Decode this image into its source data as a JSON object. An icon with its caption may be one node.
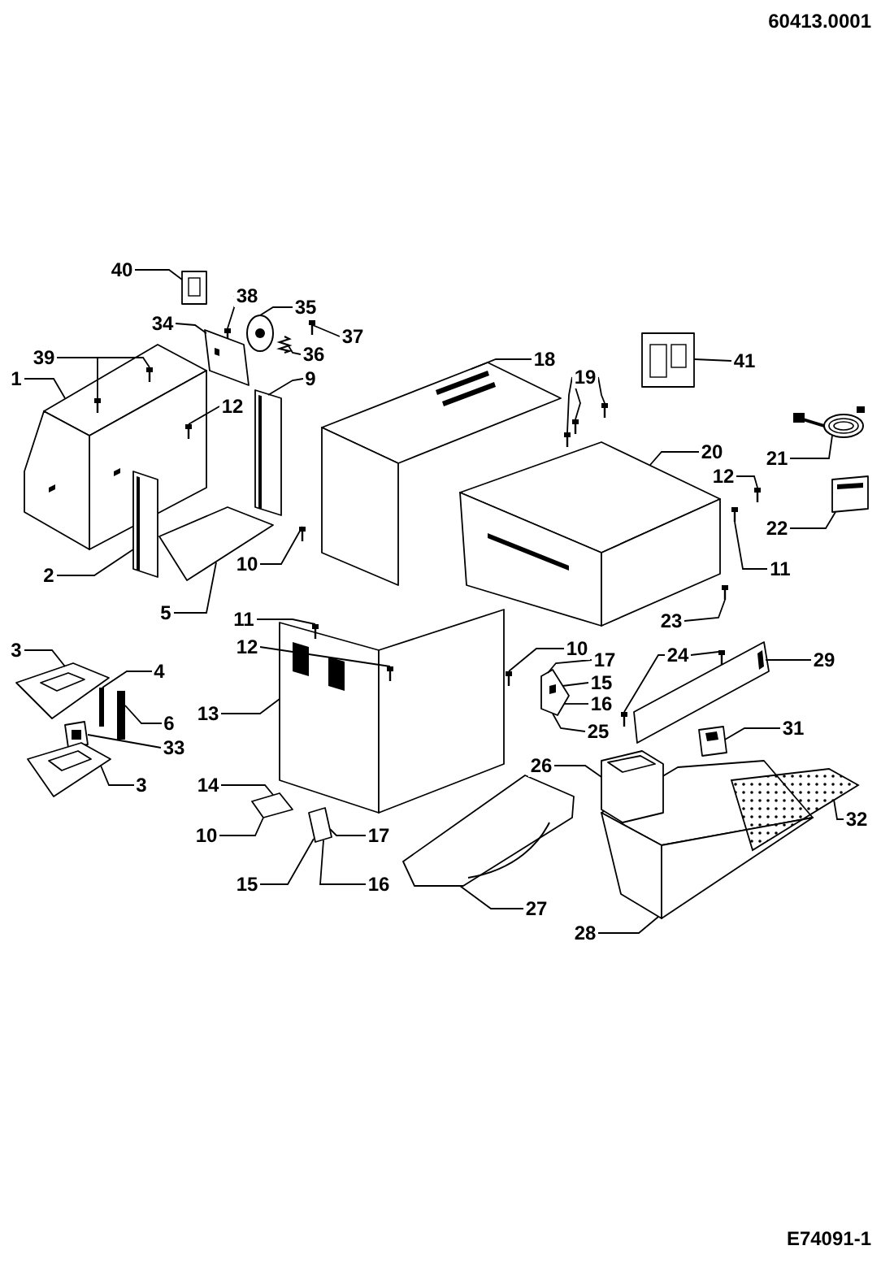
{
  "diagram": {
    "nodes": [
      {
        "text": [
          "40"
        ]
      },
      {
        "text": [
          "38"
        ]
      },
      {
        "text": [
          "34"
        ]
      },
      {
        "text": [
          "35"
        ]
      },
      {
        "text": [
          "36"
        ]
      },
      {
        "text": [
          "37"
        ]
      },
      {
        "text": [
          "39"
        ]
      },
      {
        "text": [
          "1"
        ]
      },
      {
        "text": [
          "12"
        ]
      },
      {
        "text": [
          "9"
        ]
      },
      {
        "text": [
          "2"
        ]
      },
      {
        "text": [
          "10"
        ]
      },
      {
        "text": [
          "5"
        ]
      },
      {
        "text": [
          "18"
        ]
      },
      {
        "text": [
          "19"
        ]
      },
      {
        "text": [
          "41"
        ]
      },
      {
        "text": [
          "20"
        ]
      },
      {
        "text": [
          "21"
        ]
      },
      {
        "text": [
          "12"
        ]
      },
      {
        "text": [
          "22"
        ]
      },
      {
        "text": [
          "11"
        ]
      },
      {
        "text": [
          "23"
        ]
      },
      {
        "text": [
          "11"
        ]
      },
      {
        "text": [
          "12"
        ]
      },
      {
        "text": [
          "10"
        ]
      },
      {
        "text": [
          "17"
        ]
      },
      {
        "text": [
          "15"
        ]
      },
      {
        "text": [
          "16"
        ]
      },
      {
        "text": [
          "24"
        ]
      },
      {
        "text": [
          "29"
        ]
      },
      {
        "text": [
          "25"
        ]
      },
      {
        "text": [
          "13"
        ]
      },
      {
        "text": [
          "3"
        ]
      },
      {
        "text": [
          "4"
        ]
      },
      {
        "text": [
          "6"
        ]
      },
      {
        "text": [
          "33"
        ]
      },
      {
        "text": [
          "3"
        ]
      },
      {
        "text": [
          "31"
        ]
      },
      {
        "text": [
          "26"
        ]
      },
      {
        "text": [
          "14"
        ]
      },
      {
        "text": [
          "10"
        ]
      },
      {
        "text": [
          "17"
        ]
      },
      {
        "text": [
          "15"
        ]
      },
      {
        "text": [
          "16"
        ]
      },
      {
        "text": [
          "27"
        ]
      },
      {
        "text": [
          "32"
        ]
      },
      {
        "text": [
          "28"
        ]
      },
      {
        "text": [],
        "shape": "picture"
      },
      {
        "text": [],
        "shape": "picture"
      },
      {
        "text": [],
        "shape": "picture"
      },
      {
        "text": [],
        "shape": "picture"
      },
      {
        "text": [],
        "shape": "picture"
      },
      {
        "text": [],
        "shape": "picture"
      },
      {
        "text": [],
        "shape": "picture",
        "in": 55
      },
      {
        "text": [],
        "shape": "picture",
        "in": 55
      },
      {
        "text": [],
        "shape": "picture"
      },
      {
        "text": [],
        "shape": "picture",
        "in": 55
      },
      {
        "text": [],
        "shape": "picture"
      },
      {
        "text": [],
        "shape": "picture"
      },
      {
        "text": [],
        "shape": "picture"
      },
      {
        "text": [],
        "shape": "picture"
      },
      {
        "text": [],
        "shape": "picture"
      },
      {
        "text": [],
        "shape": "picture"
      },
      {
        "text": [],
        "shape": "picture"
      },
      {
        "text": [],
        "shape": "picture"
      },
      {
        "text": [],
        "shape": "picture"
      },
      {
        "text": [],
        "shape": "picture"
      },
      {
        "text": [],
        "shape": "picture"
      },
      {
        "text": [],
        "shape": "picture"
      },
      {
        "text": [],
        "shape": "picture"
      },
      {
        "text": [],
        "shape": "picture"
      },
      {
        "text": [],
        "shape": "picture"
      },
      {
        "text": [],
        "shape": "picture"
      },
      {
        "text": [],
        "shape": "picture"
      },
      {
        "text": [],
        "shape": "picture",
        "in": 72
      },
      {
        "text": [],
        "shape": "picture"
      },
      {
        "text": [],
        "shape": "picture"
      },
      {
        "text": [],
        "shape": "picture"
      },
      {
        "text": [],
        "shape": "picture"
      },
      {
        "text": [],
        "shape": "picture"
      },
      {
        "text": [],
        "shape": "picture"
      },
      {
        "text": [],
        "shape": "bar"
      },
      {
        "text": [],
        "shape": "bar"
      },
      {
        "text": [],
        "shape": "picture"
      },
      {
        "text": [],
        "shape": "picture"
      },
      {
        "text": [],
        "shape": "picture"
      },
      {
        "text": [],
        "shape": "picture"
      },
      {
        "text": [],
        "shape": "picture"
      },
      {
        "text": [],
        "shape": "picture"
      },
      {
        "text": [],
        "shape": "picture"
      },
      {
        "text": [],
        "shape": "picture"
      },
      {
        "text": [],
        "shape": "picture"
      }
    ],
    "edges": [
      {
        "from": 0,
        "to": 47,
        "arrow": "none"
      },
      {
        "from": 1,
        "to": 48,
        "arrow": "none"
      },
      {
        "from": 2,
        "to": 49,
        "arrow": "none"
      },
      {
        "from": 3,
        "to": 50,
        "arrow": "none"
      },
      {
        "from": 4,
        "to": 51,
        "arrow": "none"
      },
      {
        "from": 5,
        "to": 52,
        "arrow": "none"
      },
      {
        "from": 6,
        "to": 53,
        "arrow": "none"
      },
      {
        "from": 6,
        "to": 54,
        "arrow": "none"
      },
      {
        "from": 7,
        "to": 55,
        "arrow": "none"
      },
      {
        "from": 8,
        "to": 56,
        "arrow": "none"
      },
      {
        "from": 9,
        "to": 57,
        "arrow": "none"
      },
      {
        "from": 10,
        "to": 58,
        "arrow": "none"
      },
      {
        "from": 11,
        "to": 59,
        "arrow": "none"
      },
      {
        "from": 12,
        "to": 60,
        "arrow": "none"
      },
      {
        "from": 13,
        "to": 61,
        "arrow": "none"
      },
      {
        "from": 14,
        "to": 62,
        "arrow": "none"
      },
      {
        "from": 14,
        "to": 63,
        "arrow": "none"
      },
      {
        "from": 14,
        "to": 64,
        "arrow": "none"
      },
      {
        "from": 15,
        "to": 65,
        "arrow": "none"
      },
      {
        "from": 16,
        "to": 66,
        "arrow": "none"
      },
      {
        "from": 17,
        "to": 67,
        "arrow": "none"
      },
      {
        "from": 18,
        "to": 68,
        "arrow": "none"
      },
      {
        "from": 19,
        "to": 69,
        "arrow": "none"
      },
      {
        "from": 20,
        "to": 70,
        "arrow": "none"
      },
      {
        "from": 21,
        "to": 71,
        "arrow": "none"
      },
      {
        "from": 22,
        "to": 73,
        "arrow": "none"
      },
      {
        "from": 23,
        "to": 74,
        "arrow": "none"
      },
      {
        "from": 24,
        "to": 75,
        "arrow": "none"
      },
      {
        "from": 25,
        "to": 76,
        "arrow": "none"
      },
      {
        "from": 26,
        "to": 76,
        "arrow": "none"
      },
      {
        "from": 27,
        "to": 76,
        "arrow": "none"
      },
      {
        "from": 28,
        "to": 77,
        "arrow": "none"
      },
      {
        "from": 28,
        "to": 78,
        "arrow": "none"
      },
      {
        "from": 29,
        "to": 79,
        "arrow": "none"
      },
      {
        "from": 30,
        "to": 76,
        "arrow": "none"
      },
      {
        "from": 31,
        "to": 72,
        "arrow": "none"
      },
      {
        "from": 32,
        "to": 80,
        "arrow": "none"
      },
      {
        "from": 33,
        "to": 81,
        "arrow": "none"
      },
      {
        "from": 34,
        "to": 82,
        "arrow": "none"
      },
      {
        "from": 35,
        "to": 83,
        "arrow": "none"
      },
      {
        "from": 36,
        "to": 84,
        "arrow": "none"
      },
      {
        "from": 37,
        "to": 85,
        "arrow": "none"
      },
      {
        "from": 38,
        "to": 86,
        "arrow": "none"
      },
      {
        "from": 39,
        "to": 87,
        "arrow": "none"
      },
      {
        "from": 40,
        "to": 87,
        "arrow": "none"
      },
      {
        "from": 41,
        "to": 88,
        "arrow": "none"
      },
      {
        "from": 42,
        "to": 88,
        "arrow": "none"
      },
      {
        "from": 43,
        "to": 88,
        "arrow": "none"
      },
      {
        "from": 44,
        "to": 89,
        "arrow": "none"
      },
      {
        "from": 45,
        "to": 90,
        "arrow": "none"
      },
      {
        "from": 46,
        "to": 91,
        "arrow": "none"
      }
    ],
    "labels": [
      "60413.0001",
      "E74091-1"
    ]
  }
}
